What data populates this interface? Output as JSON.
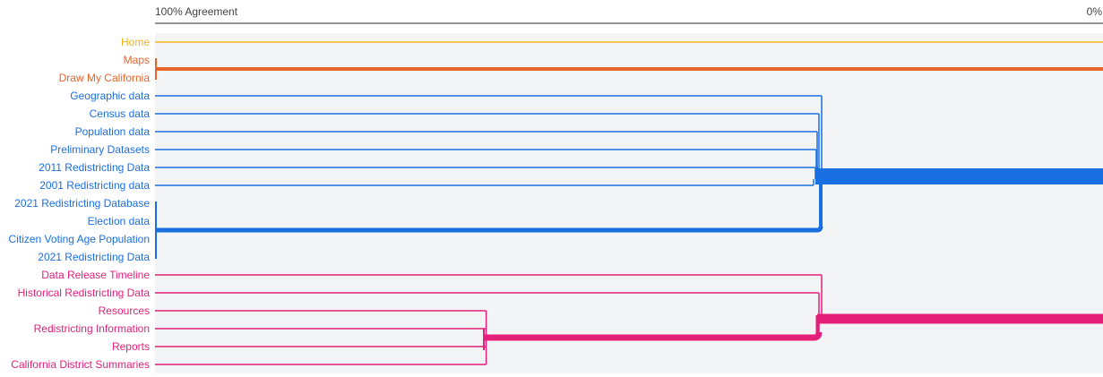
{
  "axis": {
    "left_label": "100% Agreement",
    "right_label": "0%"
  },
  "colors": {
    "gold": "#f2b31a",
    "orange": "#e8632b",
    "blue": "#1a6fe0",
    "pink": "#e41f79",
    "panel_bg": "#f3f4f6",
    "axis_line": "#555555"
  },
  "items": [
    {
      "label": "Home",
      "color": "gold"
    },
    {
      "label": "Maps",
      "color": "orange"
    },
    {
      "label": "Draw My California",
      "color": "orange"
    },
    {
      "label": "Geographic data",
      "color": "blue"
    },
    {
      "label": "Census data",
      "color": "blue"
    },
    {
      "label": "Population data",
      "color": "blue"
    },
    {
      "label": "Preliminary Datasets",
      "color": "blue"
    },
    {
      "label": "2011 Redistricting Data",
      "color": "blue"
    },
    {
      "label": "2001 Redistricting data",
      "color": "blue"
    },
    {
      "label": "2021 Redistricting Database",
      "color": "blue"
    },
    {
      "label": "Election data",
      "color": "blue"
    },
    {
      "label": "Citizen Voting Age Population",
      "color": "blue"
    },
    {
      "label": "2021 Redistricting Data",
      "color": "blue"
    },
    {
      "label": "Data Release Timeline",
      "color": "pink"
    },
    {
      "label": "Historical Redistricting Data",
      "color": "pink"
    },
    {
      "label": "Resources",
      "color": "pink"
    },
    {
      "label": "Redistricting Information",
      "color": "pink"
    },
    {
      "label": "Reports",
      "color": "pink"
    },
    {
      "label": "California District Summaries",
      "color": "pink"
    }
  ],
  "clusters": [
    {
      "color": "orange",
      "rows": [
        1,
        2
      ],
      "agreement": 100
    },
    {
      "color": "blue",
      "rows": [
        9,
        10,
        11,
        12
      ],
      "agreement": 100
    },
    {
      "color": "blue",
      "rows": [
        3,
        4,
        5,
        6,
        7,
        8
      ],
      "agreement": 29
    },
    {
      "color": "pink",
      "rows": [
        15,
        16,
        17,
        18
      ],
      "agreement": 65
    },
    {
      "color": "pink",
      "rows": [
        13,
        14
      ],
      "agreement": 29
    }
  ]
}
